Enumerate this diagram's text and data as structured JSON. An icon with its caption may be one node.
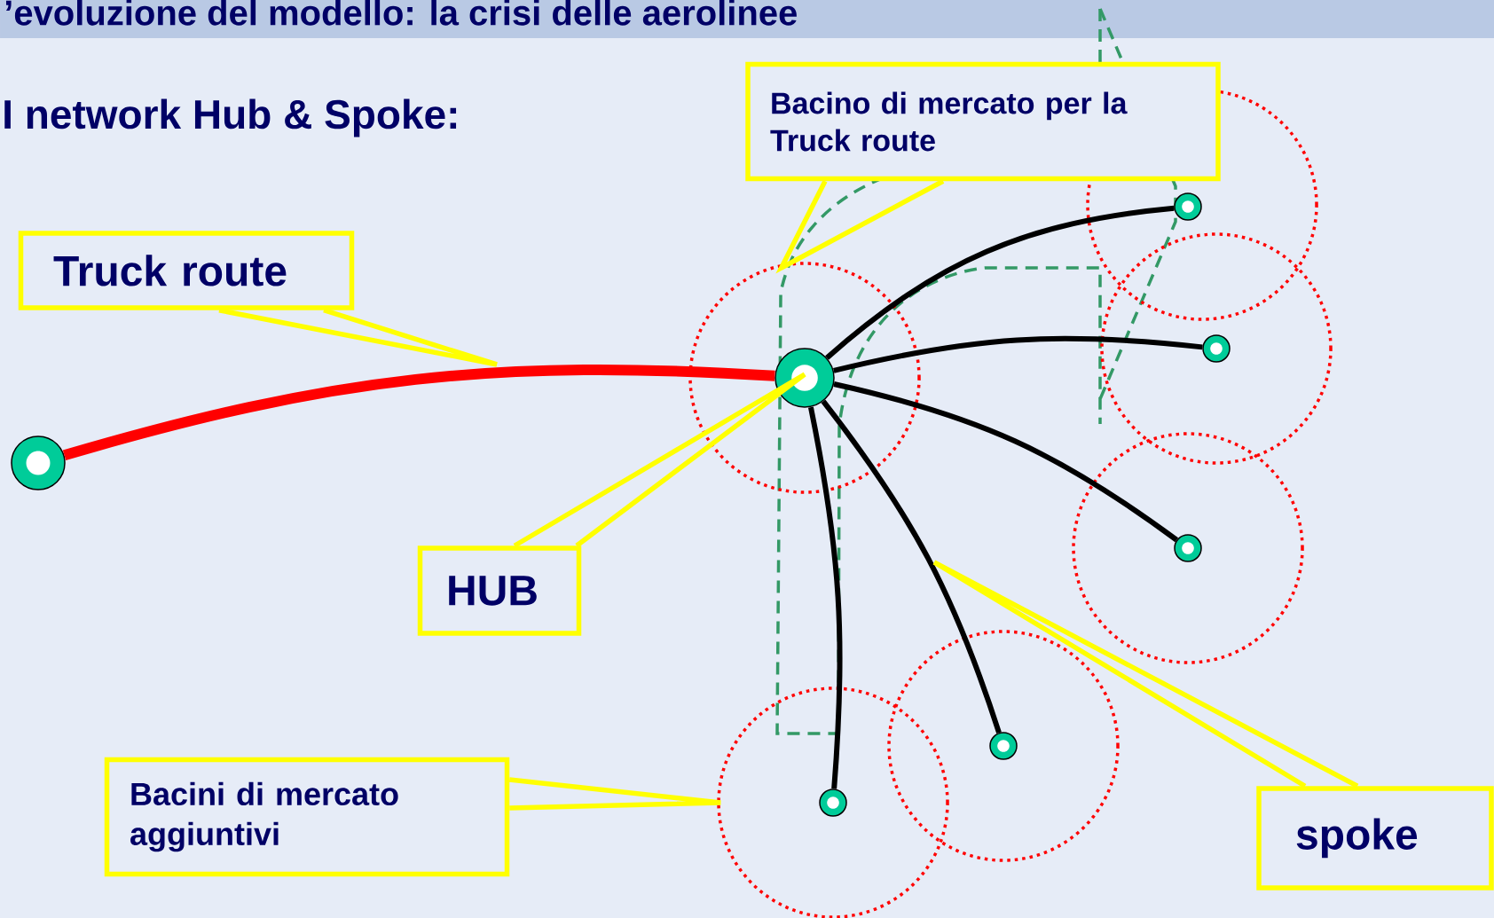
{
  "diagram": {
    "title": "’evoluzione del modello: la crisi delle aerolinee",
    "nodes": [
      {
        "text": [
          "Truck route"
        ]
      },
      {
        "text": [
          "Bacino di mercato per la Truck route"
        ]
      },
      {
        "text": [
          "HUB"
        ]
      },
      {
        "text": [
          "Bacini di mercato aggiuntivi"
        ]
      },
      {
        "text": [
          "spoke"
        ]
      },
      {
        "text": [],
        "shape": "circle"
      },
      {
        "text": [],
        "shape": "circle"
      },
      {
        "text": [],
        "shape": "circle",
        "in": 6
      },
      {
        "text": [],
        "shape": "circle"
      },
      {
        "text": [],
        "shape": "circle"
      },
      {
        "text": [],
        "shape": "circle"
      },
      {
        "text": [],
        "shape": "circle"
      },
      {
        "text": [],
        "shape": "circle"
      },
      {
        "text": [],
        "shape": "circle",
        "in": 8
      },
      {
        "text": [],
        "shape": "circle",
        "in": 9
      },
      {
        "text": [],
        "shape": "circle",
        "in": 10
      },
      {
        "text": [],
        "shape": "circle",
        "in": 11
      },
      {
        "text": [],
        "shape": "circle",
        "in": 12
      }
    ],
    "edges": [
      {
        "from": 5,
        "to": 7,
        "arrow": "none",
        "style": "thick",
        "color": "#ff0000"
      },
      {
        "from": 7,
        "to": 13,
        "arrow": "none"
      },
      {
        "from": 7,
        "to": 14,
        "arrow": "none"
      },
      {
        "from": 7,
        "to": 15,
        "arrow": "none"
      },
      {
        "from": 7,
        "to": 16,
        "arrow": "none"
      },
      {
        "from": 7,
        "to": 17,
        "arrow": "none"
      },
      {
        "from": 0,
        "to": null,
        "arrow": "none",
        "color": "#ffff00"
      },
      {
        "from": 1,
        "to": 6,
        "arrow": "none",
        "color": "#ffff00"
      },
      {
        "from": 2,
        "to": 7,
        "arrow": "none",
        "color": "#ffff00"
      },
      {
        "from": 3,
        "to": 12,
        "arrow": "none",
        "color": "#ffff00"
      },
      {
        "from": 4,
        "to": null,
        "arrow": "none",
        "color": "#ffff00"
      }
    ],
    "labels": [
      "I network Hub & Spoke:"
    ]
  }
}
